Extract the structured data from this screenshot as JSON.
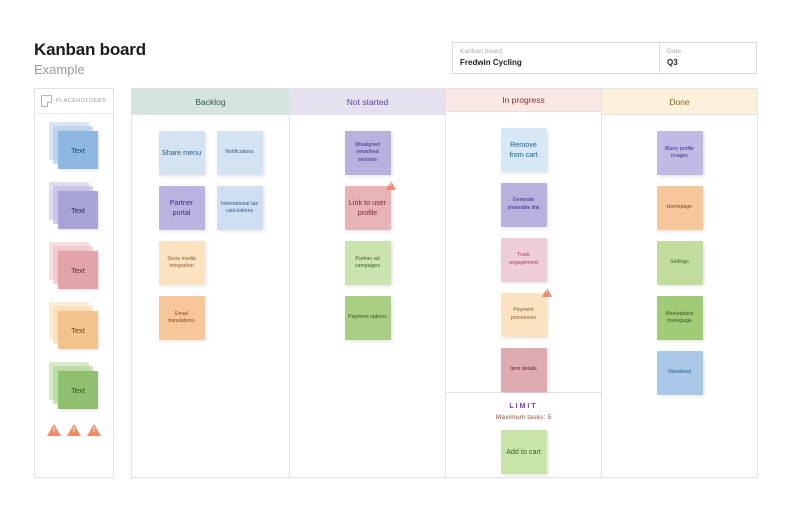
{
  "header": {
    "title": "Kanban board",
    "subtitle": "Example",
    "meta": {
      "board_label": "Kanban board",
      "board_value": "Fredwin Cycling",
      "date_label": "Date",
      "date_value": "Q3"
    }
  },
  "sidebar": {
    "title": "PLACEHOLDERS",
    "icon": "note-icon",
    "placeholders": [
      {
        "label": "Text",
        "color": "#8fb8e0",
        "back": "#b7cfea",
        "text_color": "#1f3f66"
      },
      {
        "label": "Text",
        "color": "#a7a3d6",
        "back": "#c2bfe6",
        "text_color": "#332a70"
      },
      {
        "label": "Text",
        "color": "#e2a3ab",
        "back": "#edc3c8",
        "text_color": "#6b2530"
      },
      {
        "label": "Text",
        "color": "#f2c48d",
        "back": "#f8dcb5",
        "text_color": "#6b4620"
      },
      {
        "label": "Text",
        "color": "#8fc070",
        "back": "#b6d79c",
        "text_color": "#2f4f1c"
      }
    ],
    "warning_icons": [
      "warning-icon",
      "warning-icon",
      "warning-icon"
    ]
  },
  "columns": [
    {
      "id": "backlog",
      "header": "Backlog",
      "header_bg": "#d4e3de",
      "header_color": "#2e5c4c",
      "layout": "two-up",
      "cards_left": [
        {
          "label": "Share menu",
          "bg": "#d3e3f2",
          "color": "#2a5a8c",
          "size": "md"
        },
        {
          "label": "Partner portal",
          "bg": "#bcb4e0",
          "color": "#3a2a8a",
          "size": "md"
        },
        {
          "label": "Socia media integration",
          "bg": "#fbe3c2",
          "color": "#8a5a20",
          "size": "sm"
        },
        {
          "label": "Email translations",
          "bg": "#f5c79a",
          "color": "#8a4a20",
          "size": "sm"
        }
      ],
      "cards_right": [
        {
          "label": "Notifications",
          "bg": "#d3e3f2",
          "color": "#2a5a8c",
          "size": "sm"
        },
        {
          "label": "International tax calculations",
          "bg": "#cddff0",
          "color": "#2a5a8c",
          "size": "sm"
        }
      ]
    },
    {
      "id": "not-started",
      "header": "Not started",
      "header_bg": "#e6e1ee",
      "header_color": "#5b3fa8",
      "layout": "stack",
      "cards": [
        {
          "label": "Misaligned newsfeed sections",
          "bg": "#b8b0dd",
          "color": "#3a2a8a",
          "size": "sm",
          "warning": false
        },
        {
          "label": "Link to user profile",
          "bg": "#e8b3b6",
          "color": "#7a2a35",
          "size": "md",
          "warning": true
        },
        {
          "label": "Partner ad campaigns",
          "bg": "#cbe3ae",
          "color": "#3d6128",
          "size": "sm",
          "warning": false
        },
        {
          "label": "Payment options",
          "bg": "#a9cf85",
          "color": "#34561f",
          "size": "sm",
          "warning": false
        }
      ]
    },
    {
      "id": "in-progress",
      "header": "In progress",
      "header_bg": "#fbe8e6",
      "header_color": "#8a2f2a",
      "layout": "stack",
      "cards": [
        {
          "label": "Remove from cart",
          "bg": "#d6e8f5",
          "color": "#22608e",
          "size": "md",
          "warning": false
        },
        {
          "label": "Generate shareable link",
          "bg": "#b8b0dd",
          "color": "#3a2a8a",
          "size": "sm",
          "warning": false
        },
        {
          "label": "Track engagement",
          "bg": "#efcdd7",
          "color": "#a03a5e",
          "size": "sm",
          "warning": false
        },
        {
          "label": "Payment processors",
          "bg": "#fbe3c2",
          "color": "#8a5a20",
          "size": "sm",
          "warning": true
        },
        {
          "label": "Item details",
          "bg": "#deabb0",
          "color": "#6b2530",
          "size": "sm",
          "warning": false
        }
      ],
      "limit": {
        "title": "LIMIT",
        "subtitle": "Maximum tasks:  5",
        "card": {
          "label": "Add to cart",
          "bg": "#c9e4a8",
          "color": "#3d6128",
          "size": "md"
        }
      }
    },
    {
      "id": "done",
      "header": "Done",
      "header_bg": "#fbf1da",
      "header_color": "#8a6320",
      "layout": "stack",
      "cards": [
        {
          "label": "Blurry profile images",
          "bg": "#c2b9e4",
          "color": "#3a2a8a",
          "size": "sm",
          "warning": false
        },
        {
          "label": "Homepage",
          "bg": "#f5c79a",
          "color": "#7a4a20",
          "size": "sm",
          "warning": false
        },
        {
          "label": "Settings",
          "bg": "#c0dd9e",
          "color": "#3d6128",
          "size": "sm",
          "warning": false
        },
        {
          "label": "Marketplace homepage",
          "bg": "#a2cb78",
          "color": "#34561f",
          "size": "sm",
          "warning": false
        },
        {
          "label": "Newsfeed",
          "bg": "#a9c8e8",
          "color": "#22608e",
          "size": "sm",
          "warning": false
        }
      ]
    }
  ]
}
